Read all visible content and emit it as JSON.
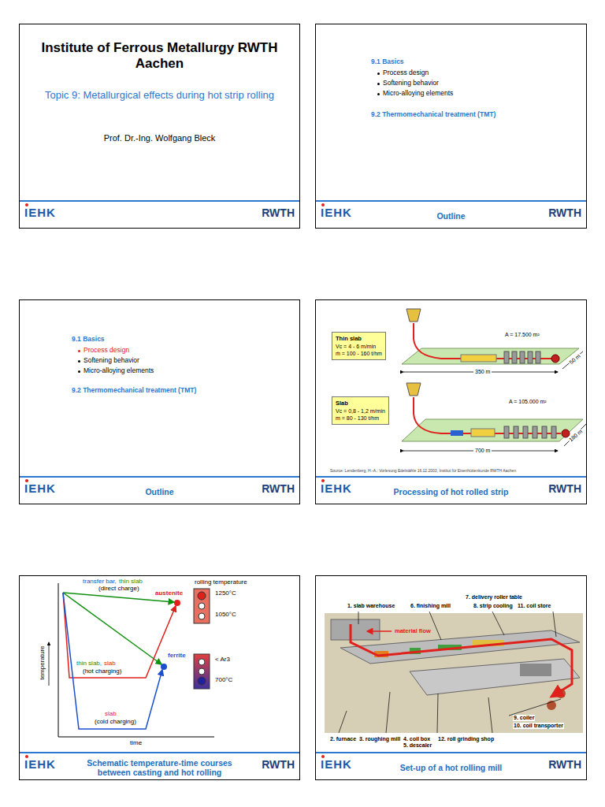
{
  "diagram": {
    "nodes": [
      {
        "text": [
          "Institute of Ferrous Metallurgy RWTH Aachen",
          "Topic 9: Metallurgical effects during hot strip rolling",
          "Prof. Dr.-Ing. Wolfgang Bleck"
        ]
      },
      {
        "text": [
          "Outline"
        ]
      },
      {
        "text": [
          "Outline"
        ]
      },
      {
        "text": [
          "Processing of hot rolled strip"
        ]
      },
      {
        "text": [
          "Schematic temperature-time courses between casting and hot rolling"
        ]
      },
      {
        "text": [
          "Set-up of a hot rolling mill"
        ]
      },
      {
        "text": [
          "Thin slab",
          "Vc = 4 - 6 m/min",
          "ṁ = 100 - 160 t/hm"
        ],
        "in": 3
      },
      {
        "text": [
          "Slab",
          "Vc = 0,8 - 1,2 m/min",
          "m = 80 - 130 t/hm"
        ],
        "in": 3
      }
    ],
    "labels": [
      "IEHK",
      "RWTH",
      "9.1 Basics",
      "Process design",
      "Softening behavior",
      "Micro-alloying elements",
      "9.2 Thermomechanical treatment (TMT)",
      "IEHK",
      "RWTH",
      "9.1 Basics",
      "Process design",
      "Softening behavior",
      "Micro-alloying elements",
      "9.2 Thermomechanical treatment (TMT)",
      "IEHK",
      "RWTH",
      "A = 17.500 m²",
      "350 m",
      "50 m",
      "A = 105.000 m²",
      "700 m",
      "180 m",
      "Source: Lendenberg, H.-A.: Vorlesung Edelstähle 16.12.2003, Institut für Eisenhüttenkunde RWTH Aachen",
      "IEHK",
      "RWTH",
      "transfer bar,",
      "thin slab",
      "(direct charge)",
      "rolling temperature",
      "austenite",
      "1250°C",
      "1050°C",
      "ferrite",
      "< Ar3",
      "700°C",
      "thin slab,",
      "slab",
      "(hot charging)",
      "slab",
      "(cold charging)",
      "temperature",
      "time",
      "IEHK",
      "RWTH",
      "1. slab warehouse",
      "6. finishing mill",
      "7. delivery roller table",
      "8. strip cooling",
      "11. coil store",
      "material flow",
      "9. coiler",
      "10. coil transporter",
      "2. furnace",
      "3. roughing mill",
      "4. coil box",
      "5. descaler",
      "12. roll grinding shop",
      "IEHK",
      "RWTH"
    ]
  }
}
